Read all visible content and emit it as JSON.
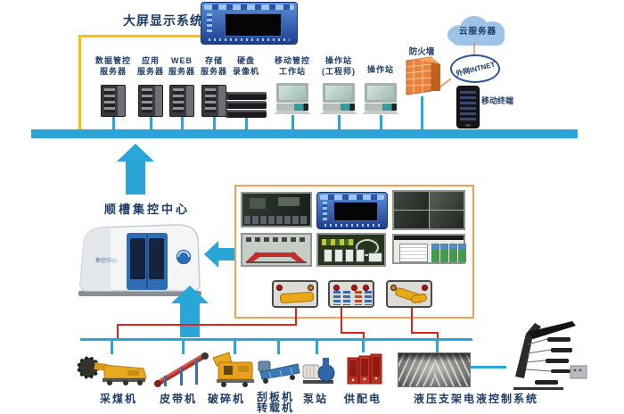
{
  "colors": {
    "backbone_blue": "#29A5D8",
    "label_navy": "#1C3C66",
    "display_connector_yellow": "#FFC003",
    "panel_border_orange": "#F0A055",
    "equipment_connector_red": "#E02318",
    "cloud_blue": "#9DC3E6"
  },
  "display_system": {
    "label": "大屏显示系统"
  },
  "cloud": {
    "label": "云服务器"
  },
  "internet": {
    "label": "外网INTNET"
  },
  "firewall": {
    "label": "防火墙"
  },
  "mobile": {
    "label": "移动终端"
  },
  "servers": [
    {
      "line1": "数据管控",
      "line2": "服务器"
    },
    {
      "line1": "应用",
      "line2": "服务器"
    },
    {
      "line1": "WEB",
      "line2": "服务器"
    },
    {
      "line1": "存储",
      "line2": "服务器"
    },
    {
      "line1": "硬盘",
      "line2": "录像机"
    },
    {
      "line1": "移动管控",
      "line2": "工作站"
    },
    {
      "line1": "操作站",
      "line2": "(工程师)"
    },
    {
      "line1": "操作站",
      "line2": ""
    }
  ],
  "control_center": {
    "label": "顺槽集控中心",
    "machine_text": "集控中心"
  },
  "equipment": [
    {
      "label": "采煤机"
    },
    {
      "label": "皮带机"
    },
    {
      "label": "破碎机"
    },
    {
      "label": "刮板机",
      "label2": "转载机"
    },
    {
      "label": "泵站"
    },
    {
      "label": "供配电"
    },
    {
      "label": "液压支架电液控制系统"
    }
  ]
}
